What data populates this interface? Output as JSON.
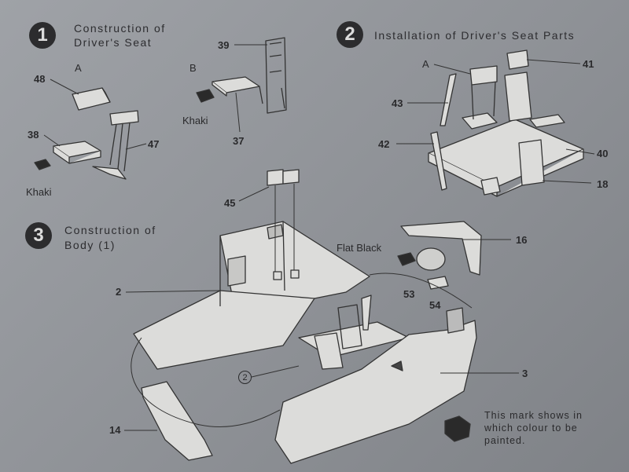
{
  "steps": [
    {
      "number": "1",
      "title_line1": "Construction of",
      "title_line2": "Driver's Seat"
    },
    {
      "number": "2",
      "title_line1": "Installation of Driver's Seat Parts",
      "title_line2": ""
    },
    {
      "number": "3",
      "title_line1": "Construction of",
      "title_line2": "Body (1)"
    }
  ],
  "sub_labels": {
    "a1": "A",
    "b1": "B",
    "a2": "A"
  },
  "paint": {
    "khaki": "Khaki",
    "khaki2": "Khaki",
    "flat_black": "Flat Black"
  },
  "parts": {
    "p48": "48",
    "p38": "38",
    "p47": "47",
    "p39": "39",
    "p37": "37",
    "p41": "41",
    "p43": "43",
    "p42": "42",
    "p40": "40",
    "p18": "18",
    "p45": "45",
    "p16": "16",
    "p2": "2",
    "p53": "53",
    "p54": "54",
    "p3": "3",
    "p14": "14"
  },
  "circled_ref": "2",
  "legend_note": "This mark shows in which colour to be painted."
}
